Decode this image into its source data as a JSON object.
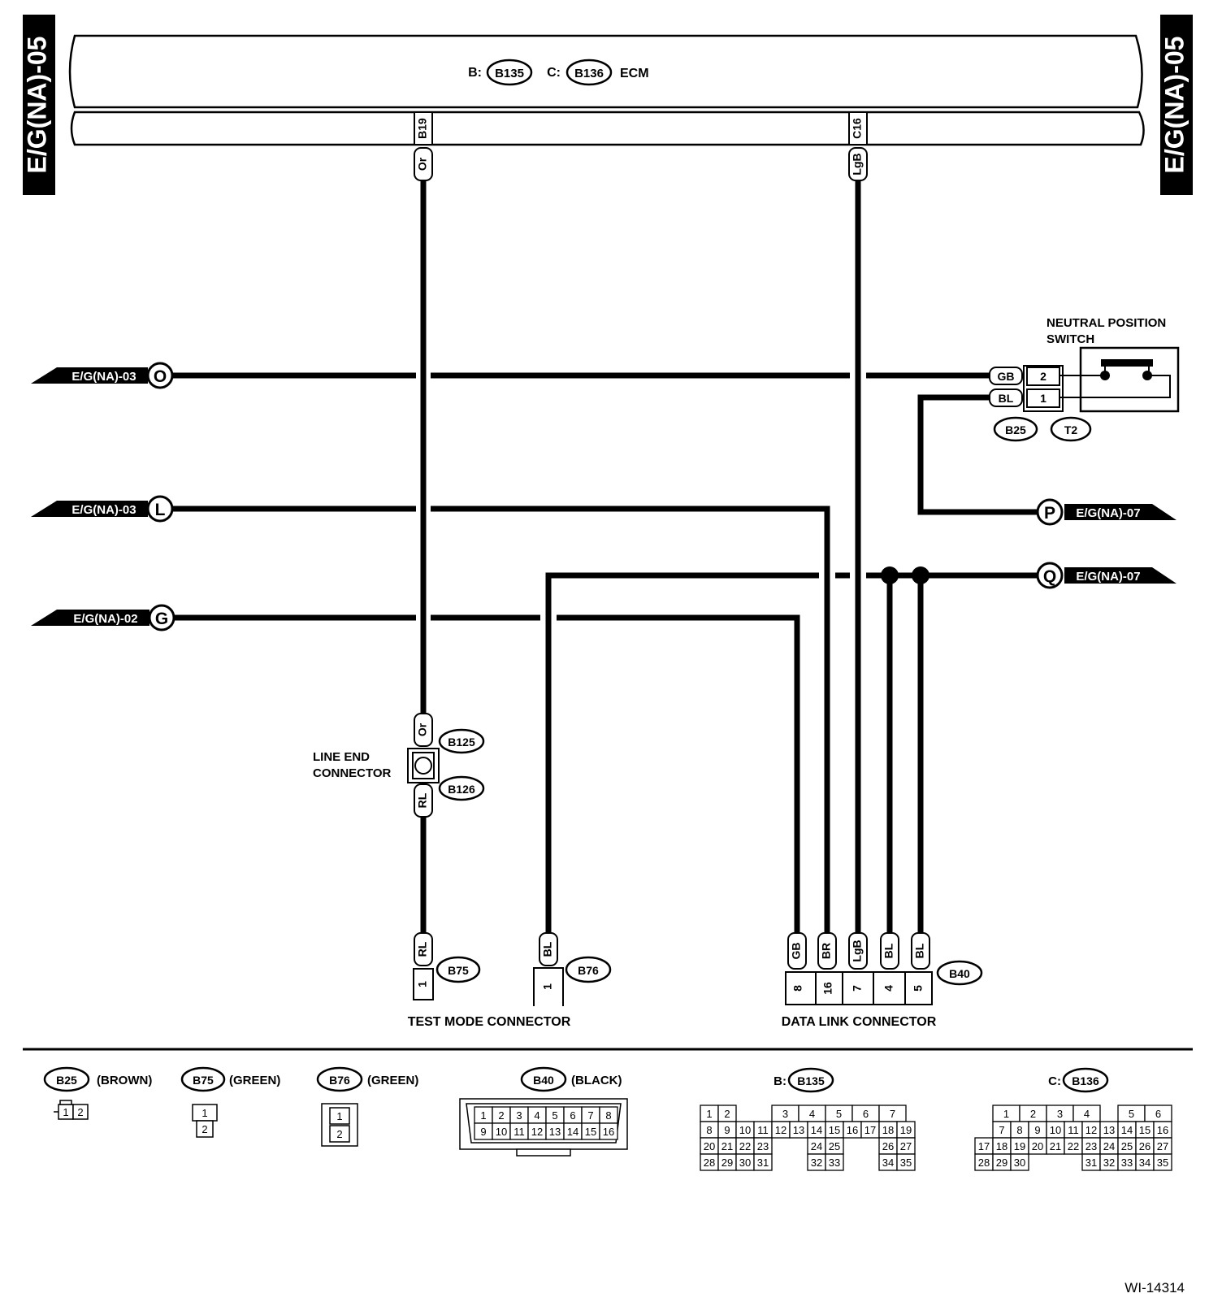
{
  "page_tags": {
    "left": "E/G(NA)-05",
    "right": "E/G(NA)-05"
  },
  "ecm": {
    "b_prefix": "B:",
    "b_connector": "B135",
    "c_prefix": "C:",
    "c_connector": "B136",
    "label": "ECM",
    "pins": [
      {
        "terminal": "B19",
        "wire_color": "Or"
      },
      {
        "terminal": "C16",
        "wire_color": "LgB"
      }
    ]
  },
  "offpage_left": [
    {
      "ref": "E/G(NA)-03",
      "marker": "O"
    },
    {
      "ref": "E/G(NA)-03",
      "marker": "L"
    },
    {
      "ref": "E/G(NA)-02",
      "marker": "G"
    }
  ],
  "offpage_right": [
    {
      "ref": "E/G(NA)-07",
      "marker": "P"
    },
    {
      "ref": "E/G(NA)-07",
      "marker": "Q"
    }
  ],
  "neutral_switch": {
    "label_line1": "NEUTRAL POSITION",
    "label_line2": "SWITCH",
    "pins": [
      {
        "wire_color": "GB",
        "pin": "2"
      },
      {
        "wire_color": "BL",
        "pin": "1"
      }
    ],
    "connectors": [
      "B25",
      "T2"
    ]
  },
  "line_end": {
    "label_line1": "LINE END",
    "label_line2": "CONNECTOR",
    "upper_color": "Or",
    "lower_color": "RL",
    "connectors": [
      "B125",
      "B126"
    ]
  },
  "test_mode": {
    "label": "TEST MODE CONNECTOR",
    "b75": {
      "connector": "B75",
      "wire_color": "RL",
      "pin": "1"
    },
    "b76": {
      "connector": "B76",
      "wire_color": "BL",
      "pin": "1"
    }
  },
  "data_link": {
    "label": "DATA LINK CONNECTOR",
    "connector": "B40",
    "pins": [
      {
        "wire_color": "GB",
        "pin": "8"
      },
      {
        "wire_color": "BR",
        "pin": "16"
      },
      {
        "wire_color": "LgB",
        "pin": "7"
      },
      {
        "wire_color": "BL",
        "pin": "4"
      },
      {
        "wire_color": "BL",
        "pin": "5"
      }
    ]
  },
  "legend": {
    "b25": {
      "id": "B25",
      "color": "(BROWN)",
      "pins": [
        "1",
        "2"
      ]
    },
    "b75": {
      "id": "B75",
      "color": "(GREEN)",
      "pins": [
        "1",
        "2"
      ]
    },
    "b76": {
      "id": "B76",
      "color": "(GREEN)",
      "pins": [
        "1",
        "2"
      ]
    },
    "b40": {
      "id": "B40",
      "color": "(BLACK)",
      "row1": [
        "1",
        "2",
        "3",
        "4",
        "5",
        "6",
        "7",
        "8"
      ],
      "row2": [
        "9",
        "10",
        "11",
        "12",
        "13",
        "14",
        "15",
        "16"
      ]
    },
    "b135": {
      "prefix": "B:",
      "id": "B135",
      "rows": [
        [
          "1",
          "2",
          "",
          "",
          "3",
          "4",
          "5",
          "6",
          "7"
        ],
        [
          "8",
          "9",
          "10",
          "11",
          "12",
          "13",
          "14",
          "15",
          "16",
          "17",
          "18",
          "19"
        ],
        [
          "20",
          "21",
          "22",
          "23",
          "",
          "",
          "24",
          "25",
          "",
          "",
          "26",
          "27"
        ],
        [
          "28",
          "29",
          "30",
          "31",
          "",
          "",
          "32",
          "33",
          "",
          "",
          "34",
          "35"
        ]
      ]
    },
    "b136": {
      "prefix": "C:",
      "id": "B136",
      "rows": [
        [
          "",
          "1",
          "2",
          "3",
          "4",
          "",
          "5",
          "6"
        ],
        [
          "",
          "7",
          "8",
          "9",
          "10",
          "11",
          "12",
          "13",
          "14",
          "15",
          "16"
        ],
        [
          "17",
          "18",
          "19",
          "20",
          "21",
          "22",
          "23",
          "24",
          "25",
          "26",
          "27"
        ],
        [
          "28",
          "29",
          "30",
          "",
          "",
          "",
          "31",
          "32",
          "33",
          "34",
          "35"
        ]
      ]
    }
  },
  "figure_id": "WI-14314"
}
